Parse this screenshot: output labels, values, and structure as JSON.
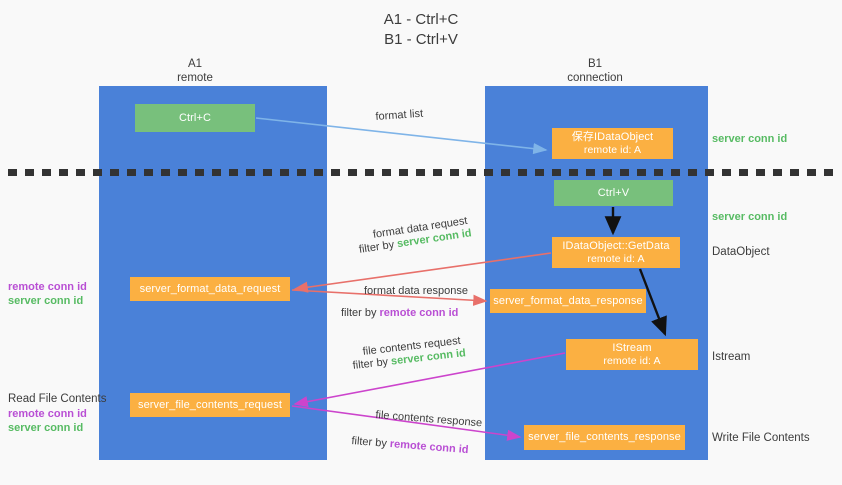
{
  "title": {
    "line1": "A1 - Ctrl+C",
    "line2": "B1 - Ctrl+V"
  },
  "columns": [
    {
      "name": "A1",
      "sub": "remote"
    },
    {
      "name": "B1",
      "sub": "connection"
    }
  ],
  "boxes": {
    "ctrl_c": {
      "label": "Ctrl+C",
      "color": "#78c07c"
    },
    "ctrl_v": {
      "label": "Ctrl+V",
      "color": "#78c07c"
    },
    "idataobject": {
      "line1": "保存IDataObject",
      "line2": "remote id: A",
      "color": "#fbb042"
    },
    "getdata": {
      "line1": "IDataObject::GetData",
      "line2": "remote id: A",
      "color": "#fbb042"
    },
    "istream": {
      "line1": "IStream",
      "line2": "remote id: A",
      "color": "#fbb042"
    },
    "format_data_request": {
      "label": "server_format_data_request",
      "color": "#fbb042"
    },
    "format_data_response": {
      "label": "server_format_data_response",
      "color": "#fbb042"
    },
    "file_contents_request": {
      "label": "server_file_contents_request",
      "color": "#fbb042"
    },
    "file_contents_response": {
      "label": "server_file_contents_response",
      "color": "#fbb042"
    }
  },
  "edge_labels": {
    "format_list": "format list",
    "format_data_request": "format data request",
    "format_data_request_filter_prefix": "filter by ",
    "format_data_request_filter_value": "server conn id",
    "format_data_response": "format data response",
    "format_data_response_filter_prefix": "filter by ",
    "format_data_response_filter_value": "remote conn id",
    "file_contents_request": "file contents request",
    "file_contents_request_filter_prefix": "filter by ",
    "file_contents_request_filter_value": "server conn id",
    "file_contents_response": "file contents response",
    "file_contents_response_filter_prefix": "filter by ",
    "file_contents_response_filter_value": "remote conn id"
  },
  "left_annotations": {
    "group1_remote": "remote conn id",
    "group1_server": "server conn id",
    "read_file_contents": "Read File Contents",
    "group2_remote": "remote conn id",
    "group2_server": "server conn id"
  },
  "right_annotations": {
    "server_conn_id_top": "server conn id",
    "server_conn_id_mid": "server conn id",
    "dataobject": "DataObject",
    "istream": "Istream",
    "write_file_contents": "Write File Contents"
  },
  "colors": {
    "lane": "#4a81d8",
    "green": "#78c07c",
    "orange": "#fbb042",
    "server_conn": "#57bb63",
    "remote_conn": "#b94fd4",
    "arrow_blue": "#7fb4e8",
    "arrow_red": "#e8706a",
    "arrow_magenta": "#cc44cc",
    "arrow_black": "#111111",
    "background": "#f9f9f9"
  }
}
